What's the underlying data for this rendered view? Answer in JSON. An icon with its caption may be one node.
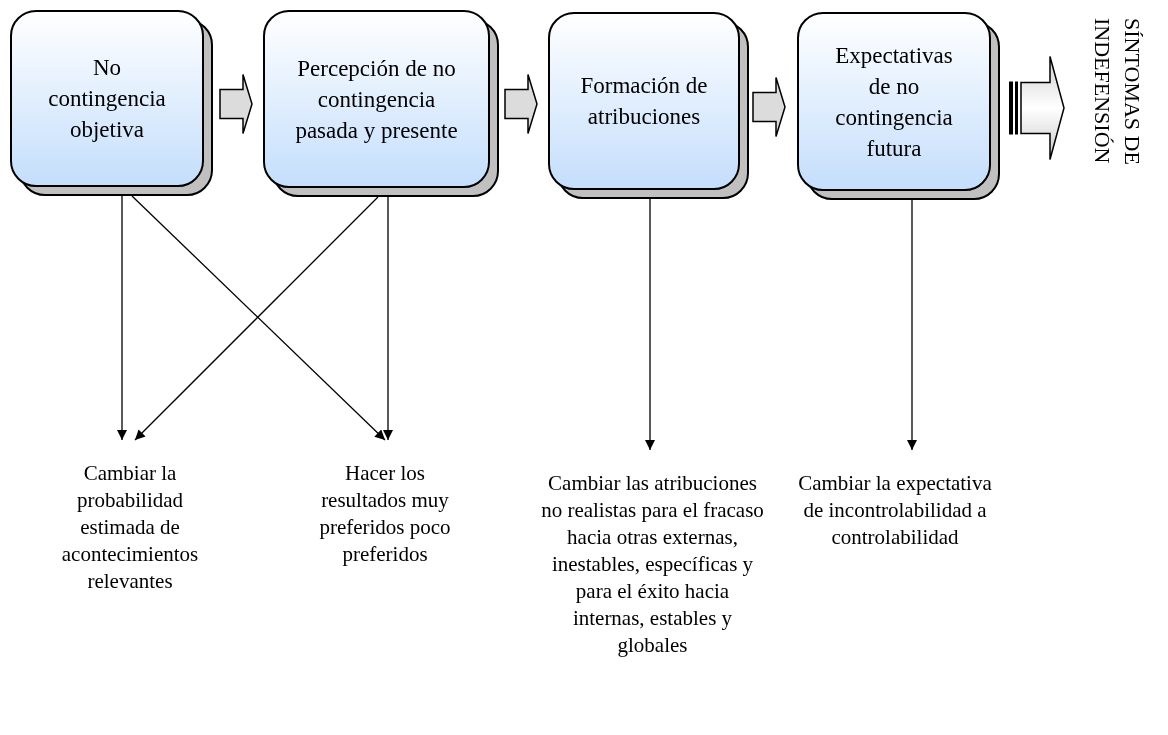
{
  "diagram": {
    "nodes": [
      {
        "text": [
          "No contingencia objetiva"
        ]
      },
      {
        "text": [
          "Percepción de no contingencia pasada y presente"
        ]
      },
      {
        "text": [
          "Formación de atribuciones"
        ]
      },
      {
        "text": [
          "Expectativas de no contingencia futura"
        ]
      },
      {
        "text": [
          "SÍNTOMAS DE INDEFENSIÓN"
        ]
      },
      {
        "text": [
          "Cambiar la probabilidad estimada de acontecimientos relevantes"
        ]
      },
      {
        "text": [
          "Hacer los resultados muy preferidos poco preferidos"
        ]
      },
      {
        "text": [
          "Cambiar las atribuciones no realistas para el fracaso hacia otras externas, inestables, específicas y para el éxito hacia internas, estables y globales"
        ]
      },
      {
        "text": [
          "Cambiar la expectativa de incontrolabilidad a controlabilidad"
        ]
      }
    ],
    "edges": [
      {
        "from": 0,
        "to": 1,
        "arrow": "to",
        "style": "thick"
      },
      {
        "from": 1,
        "to": 2,
        "arrow": "to",
        "style": "thick"
      },
      {
        "from": 2,
        "to": 3,
        "arrow": "to",
        "style": "thick"
      },
      {
        "from": 3,
        "to": 4,
        "arrow": "to",
        "style": "thick"
      },
      {
        "from": 0,
        "to": 5,
        "arrow": "to"
      },
      {
        "from": 0,
        "to": 6,
        "arrow": "to"
      },
      {
        "from": 1,
        "to": 5,
        "arrow": "to"
      },
      {
        "from": 1,
        "to": 6,
        "arrow": "to"
      },
      {
        "from": 2,
        "to": 7,
        "arrow": "to"
      },
      {
        "from": 3,
        "to": 8,
        "arrow": "to"
      }
    ]
  }
}
